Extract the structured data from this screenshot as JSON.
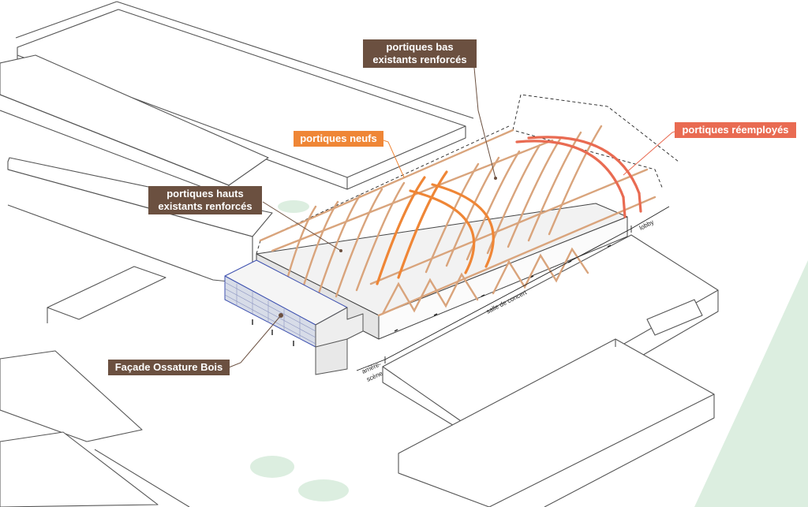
{
  "labels": {
    "portiques_bas": [
      "portiques bas",
      "existants renforcés"
    ],
    "portiques_neufs": "portiques neufs",
    "portiques_reemployes": "portiques réemployés",
    "portiques_hauts": [
      "portiques hauts",
      "existants renforcés"
    ],
    "facade": "Façade Ossature Bois"
  },
  "dimensions": {
    "arriere_scene": [
      "arrière-",
      "scène"
    ],
    "salle_de_concert": "salle de concert",
    "lobby": "lobby"
  },
  "colors": {
    "label_brown": "#6b5040",
    "label_orange": "#ef8636",
    "label_red": "#e96b52",
    "timber": "#d9a47c",
    "new_frames": "#ef8636",
    "reused_frames": "#e96b52",
    "facade_blue": "#3f52b0",
    "vegetation": "#dceee0"
  }
}
